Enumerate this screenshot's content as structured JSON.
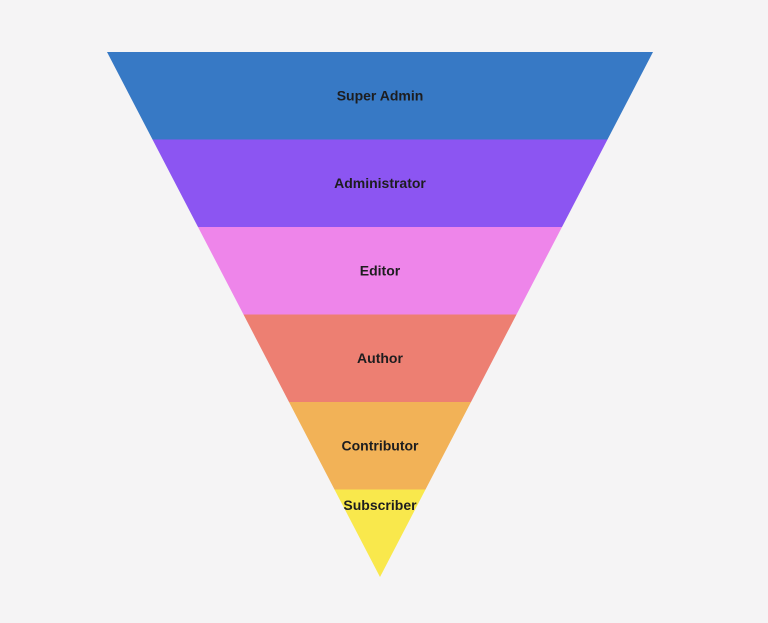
{
  "page": {
    "background_color": "#f5f4f5",
    "text_color": "#1d1d1f"
  },
  "chart_data": {
    "type": "pyramid",
    "orientation": "inverted",
    "title": "",
    "xlabel": "",
    "ylabel": "",
    "legend": "none",
    "values_shown": false,
    "grid": "off",
    "categories": [
      "Super Admin",
      "Administrator",
      "Editor",
      "Author",
      "Contributor",
      "Subscriber"
    ],
    "levels": [
      {
        "label": "Super Admin",
        "color": "#3779c5"
      },
      {
        "label": "Administrator",
        "color": "#8c55f2"
      },
      {
        "label": "Editor",
        "color": "#ee85ea"
      },
      {
        "label": "Author",
        "color": "#ed7f72"
      },
      {
        "label": "Contributor",
        "color": "#f2b257"
      },
      {
        "label": "Subscriber",
        "color": "#f9e84c"
      }
    ]
  }
}
